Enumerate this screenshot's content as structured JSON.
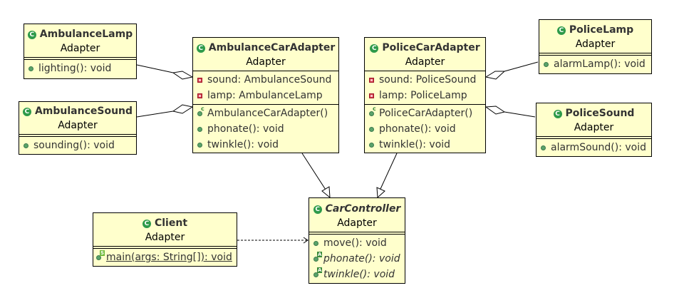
{
  "diagram": {
    "type": "uml-class-diagram",
    "colors": {
      "class_fill": "#ffffcc",
      "class_border": "#000000",
      "public_icon": "#5aa36a",
      "private_icon": "#d23a4a",
      "class_icon": "#2e9a4a"
    },
    "classes": {
      "ambulance_lamp": {
        "name": "AmbulanceLamp",
        "package": "Adapter",
        "icon": "class-icon",
        "attributes": [],
        "methods": [
          {
            "text": "lighting(): void",
            "visibility": "public"
          }
        ]
      },
      "ambulance_sound": {
        "name": "AmbulanceSound",
        "package": "Adapter",
        "icon": "class-icon",
        "attributes": [],
        "methods": [
          {
            "text": "sounding(): void",
            "visibility": "public"
          }
        ]
      },
      "ambulance_car_adapter": {
        "name": "AmbulanceCarAdapter",
        "package": "Adapter",
        "icon": "class-icon",
        "attributes": [
          {
            "text": "sound: AmbulanceSound",
            "visibility": "private"
          },
          {
            "text": "lamp: AmbulanceLamp",
            "visibility": "private"
          }
        ],
        "methods": [
          {
            "text": "AmbulanceCarAdapter()",
            "visibility": "constructor"
          },
          {
            "text": "phonate(): void",
            "visibility": "public"
          },
          {
            "text": "twinkle(): void",
            "visibility": "public"
          }
        ]
      },
      "police_car_adapter": {
        "name": "PoliceCarAdapter",
        "package": "Adapter",
        "icon": "class-icon",
        "attributes": [
          {
            "text": "sound: PoliceSound",
            "visibility": "private"
          },
          {
            "text": "lamp: PoliceLamp",
            "visibility": "private"
          }
        ],
        "methods": [
          {
            "text": "PoliceCarAdapter()",
            "visibility": "constructor"
          },
          {
            "text": "phonate(): void",
            "visibility": "public"
          },
          {
            "text": "twinkle(): void",
            "visibility": "public"
          }
        ]
      },
      "police_lamp": {
        "name": "PoliceLamp",
        "package": "Adapter",
        "icon": "class-icon",
        "attributes": [],
        "methods": [
          {
            "text": "alarmLamp(): void",
            "visibility": "public"
          }
        ]
      },
      "police_sound": {
        "name": "PoliceSound",
        "package": "Adapter",
        "icon": "class-icon",
        "attributes": [],
        "methods": [
          {
            "text": "alarmSound(): void",
            "visibility": "public"
          }
        ]
      },
      "client": {
        "name": "Client",
        "package": "Adapter",
        "icon": "class-icon",
        "attributes": [],
        "methods": [
          {
            "text": "main(args: String[]): void",
            "visibility": "static"
          }
        ]
      },
      "car_controller": {
        "name": "CarController",
        "package": "Adapter",
        "icon": "abstract-class-icon",
        "abstract": true,
        "attributes": [],
        "methods": [
          {
            "text": "move(): void",
            "visibility": "public"
          },
          {
            "text": "phonate(): void",
            "visibility": "abstract"
          },
          {
            "text": "twinkle(): void",
            "visibility": "abstract"
          }
        ]
      }
    },
    "relationships": [
      {
        "type": "aggregation",
        "from": "ambulance_car_adapter",
        "to": "ambulance_lamp"
      },
      {
        "type": "aggregation",
        "from": "ambulance_car_adapter",
        "to": "ambulance_sound"
      },
      {
        "type": "aggregation",
        "from": "police_car_adapter",
        "to": "police_lamp"
      },
      {
        "type": "aggregation",
        "from": "police_car_adapter",
        "to": "police_sound"
      },
      {
        "type": "generalization",
        "from": "ambulance_car_adapter",
        "to": "car_controller"
      },
      {
        "type": "generalization",
        "from": "police_car_adapter",
        "to": "car_controller"
      },
      {
        "type": "dependency",
        "from": "client",
        "to": "car_controller"
      }
    ]
  }
}
